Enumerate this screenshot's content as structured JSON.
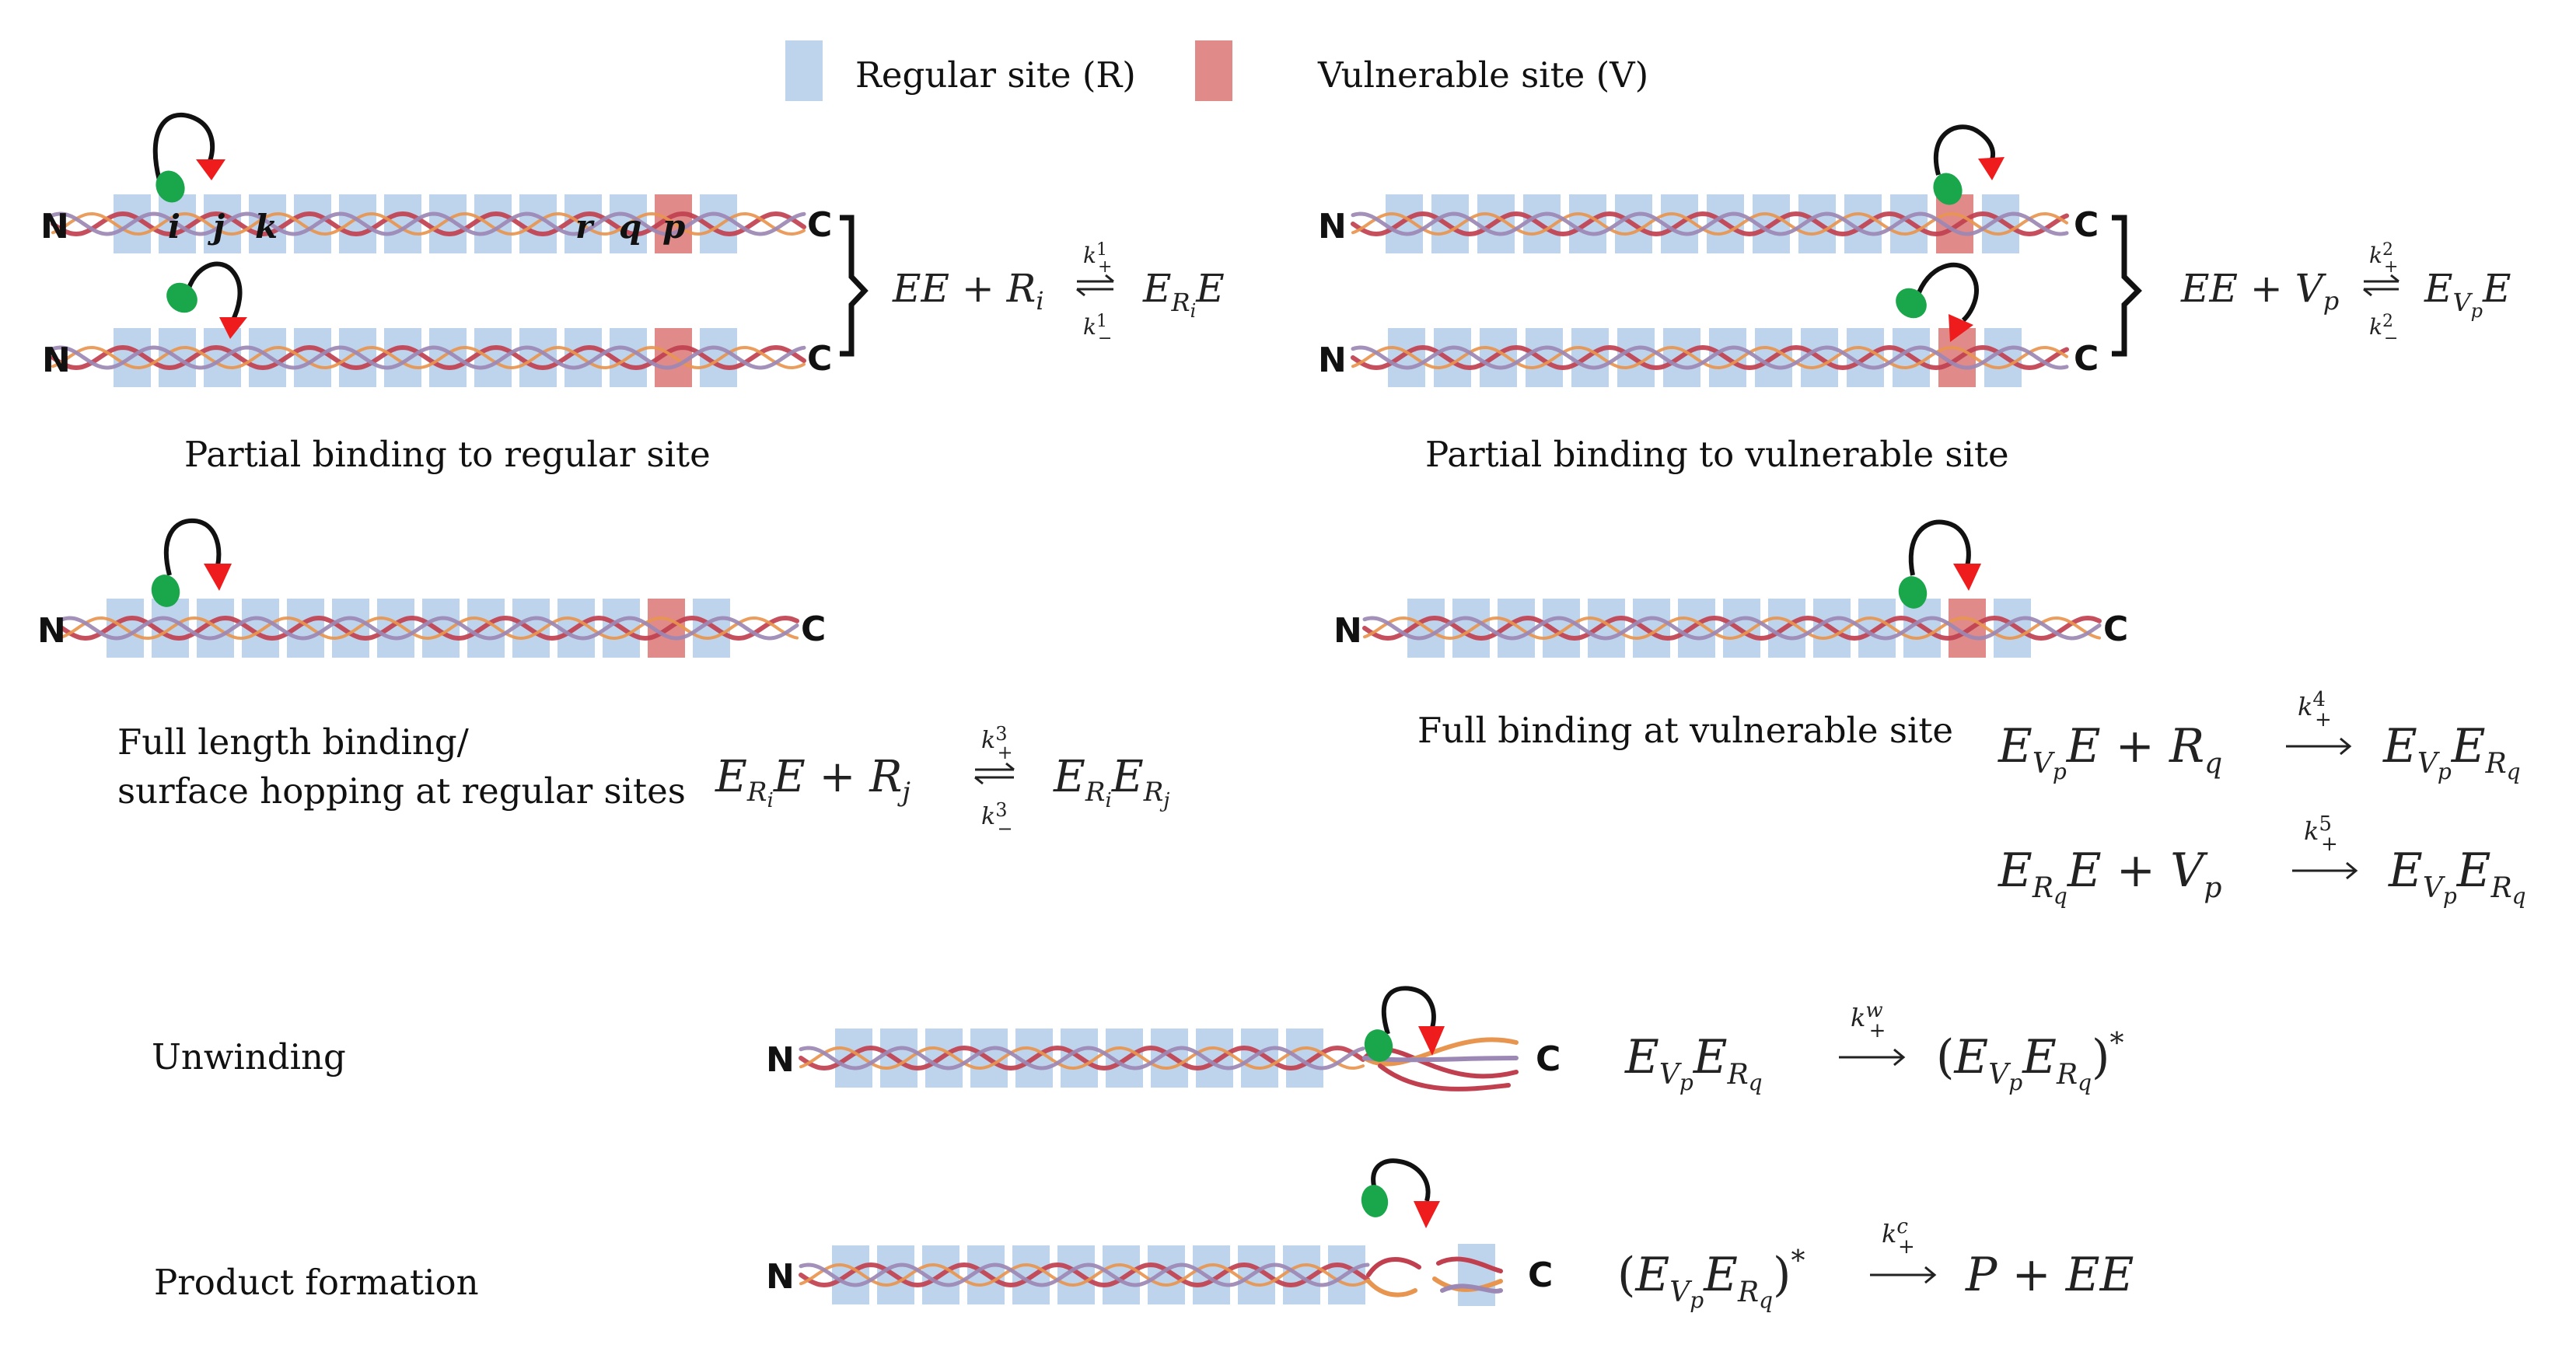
{
  "legend": {
    "regular_label": "Regular site (R)",
    "vulnerable_label": "Vulnerable site (V)",
    "regular_color": "#bdd4ec",
    "vulnerable_color": "#e08a8a"
  },
  "strand_colors": {
    "red": "#c0404f",
    "orange": "#e8954f",
    "purple": "#9c88b4"
  },
  "enzyme_color": "#1aa64a",
  "arrow_color": "#ee1c1c",
  "terminus": {
    "n": "N",
    "c": "C"
  },
  "site_labels": [
    "i",
    "j",
    "k",
    "r",
    "q",
    "p"
  ],
  "steps": [
    {
      "caption": "Partial binding to regular site"
    },
    {
      "caption": "Partial binding to vulnerable site"
    },
    {
      "caption_lines": [
        "Full length binding/",
        "surface hopping at regular sites"
      ]
    },
    {
      "caption": "Full binding at vulnerable site"
    },
    {
      "caption": "Unwinding"
    },
    {
      "caption": "Product formation"
    }
  ],
  "reactions": [
    {
      "reactants": "EE + R_i",
      "rate_fwd": "k^1_+",
      "rate_rev": "k^1_-",
      "type": "reversible",
      "product": "E_{R_i}E"
    },
    {
      "reactants": "EE + V_p",
      "rate_fwd": "k^2_+",
      "rate_rev": "k^2_-",
      "type": "reversible",
      "product": "E_{V_p}E"
    },
    {
      "reactants": "E_{R_i}E + R_j",
      "rate_fwd": "k^3_+",
      "rate_rev": "k^3_-",
      "type": "reversible",
      "product": "E_{R_i}E_{R_j}"
    },
    {
      "reactants": "E_{V_p}E + R_q",
      "rate_fwd": "k^4_+",
      "type": "forward",
      "product": "E_{V_p}E_{R_q}"
    },
    {
      "reactants": "E_{R_q}E + V_p",
      "rate_fwd": "k^5_+",
      "type": "forward",
      "product": "E_{V_p}E_{R_q}"
    },
    {
      "reactants": "E_{V_p}E_{R_q}",
      "rate_fwd": "k^w_+",
      "type": "forward",
      "product": "(E_{V_p}E_{R_q})^*"
    },
    {
      "reactants": "(E_{V_p}E_{R_q})^*",
      "rate_fwd": "k^c_+",
      "type": "forward",
      "product": "P + EE"
    }
  ]
}
